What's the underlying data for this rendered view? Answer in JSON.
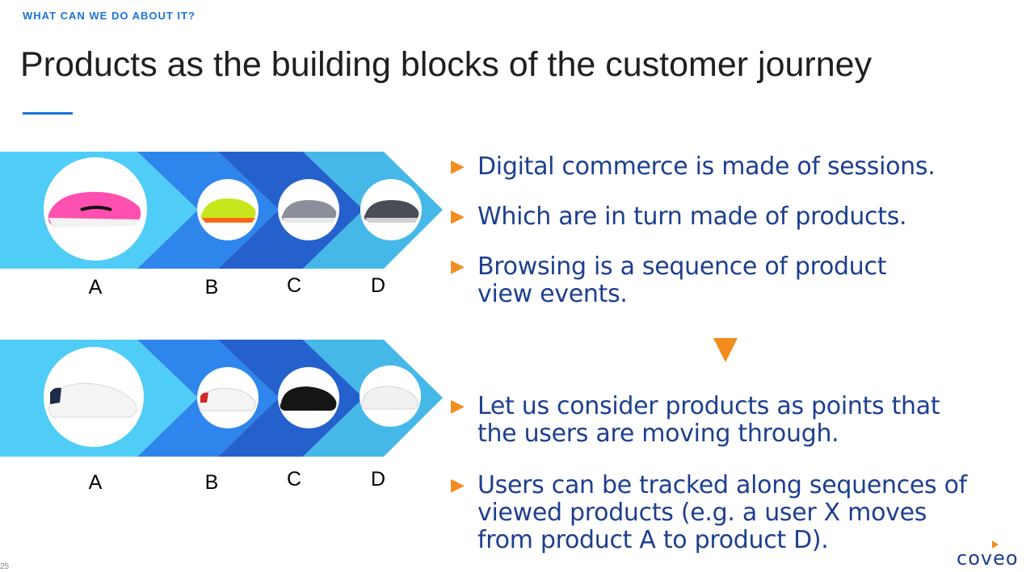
{
  "header": {
    "kicker": "WHAT CAN WE DO ABOUT IT?",
    "title": "Products as the building blocks of the customer journey"
  },
  "sequences": [
    {
      "labels": [
        "A",
        "B",
        "C",
        "D"
      ],
      "products": [
        "pink-running-shoe",
        "neon-yellow-running-shoe",
        "grey-running-shoe",
        "dark-grey-running-shoe"
      ]
    },
    {
      "labels": [
        "A",
        "B",
        "C",
        "D"
      ],
      "products": [
        "white-sneaker-navy-heel",
        "white-sneaker-red-heel",
        "black-sneaker",
        "white-sneaker"
      ]
    }
  ],
  "bullets_top": [
    "Digital commerce is made of sessions.",
    "Which are in turn made of products.",
    "Browsing is a sequence of product view events."
  ],
  "bullets_bottom": [
    "Let us consider products as points that the users are moving through.",
    "Users can be tracked along sequences of viewed products (e.g. a user X moves from product A to product D)."
  ],
  "footer": {
    "page_number": "25",
    "logo_text": "coveo"
  },
  "colors": {
    "accent_blue": "#1a73d9",
    "text_navy": "#1d3f8f",
    "bullet_orange": "#f28c1e",
    "chevron_light": "#4fcdf7",
    "chevron_mid": "#2e86ec",
    "chevron_dark": "#2561cc",
    "chevron_sky": "#45b8e8"
  }
}
